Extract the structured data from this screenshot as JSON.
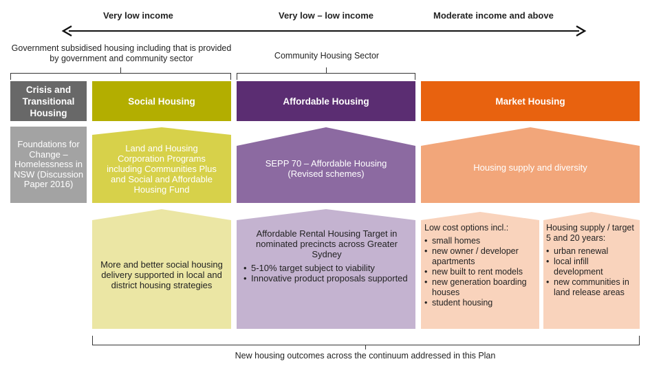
{
  "colors": {
    "crisis": "#686868",
    "crisis_light": "#a3a3a3",
    "social": "#b3ae00",
    "social_mid": "#d7d14a",
    "social_light": "#ebe6a4",
    "affordable": "#5b2d72",
    "affordable_mid": "#8c6aa1",
    "affordable_light": "#c4b3d0",
    "market": "#e8620f",
    "market_mid": "#f2a67a",
    "market_light": "#f9d3bc"
  },
  "spectrum": {
    "left": "Very low income",
    "middle": "Very low – low income",
    "right": "Moderate income and above"
  },
  "brackets": {
    "government": "Government subsidised housing including that is provided by government and community sector",
    "community": "Community Housing Sector",
    "bottom": "New housing outcomes across the continuum addressed in this Plan"
  },
  "headers": {
    "crisis": "Crisis and Transitional Housing",
    "social": "Social Housing",
    "affordable": "Affordable Housing",
    "market": "Market Housing"
  },
  "row2": {
    "crisis": "Foundations for Change – Homelessness in NSW (Discussion Paper 2016)",
    "social": "Land and Housing Corporation Programs including Communities Plus and Social and Affordable Housing Fund",
    "affordable": "SEPP 70 – Affordable Housing (Revised schemes)",
    "market": "Housing supply and diversity"
  },
  "row3": {
    "social": "More and better social housing delivery supported in local and district housing strategies",
    "affordable": {
      "intro": "Affordable Rental Housing Target in nominated precincts across Greater Sydney",
      "items": [
        "5-10% target subject to viability",
        "Innovative product proposals supported"
      ]
    },
    "market_low": {
      "intro": "Low cost options incl.:",
      "items": [
        "small homes",
        "new owner / developer apartments",
        "new built to rent models",
        "new generation boarding houses",
        "student housing"
      ]
    },
    "market_supply": {
      "intro": "Housing supply / target 5 and 20 years:",
      "items": [
        "urban renewal",
        "local infill development",
        "new communities in land release areas"
      ]
    }
  }
}
